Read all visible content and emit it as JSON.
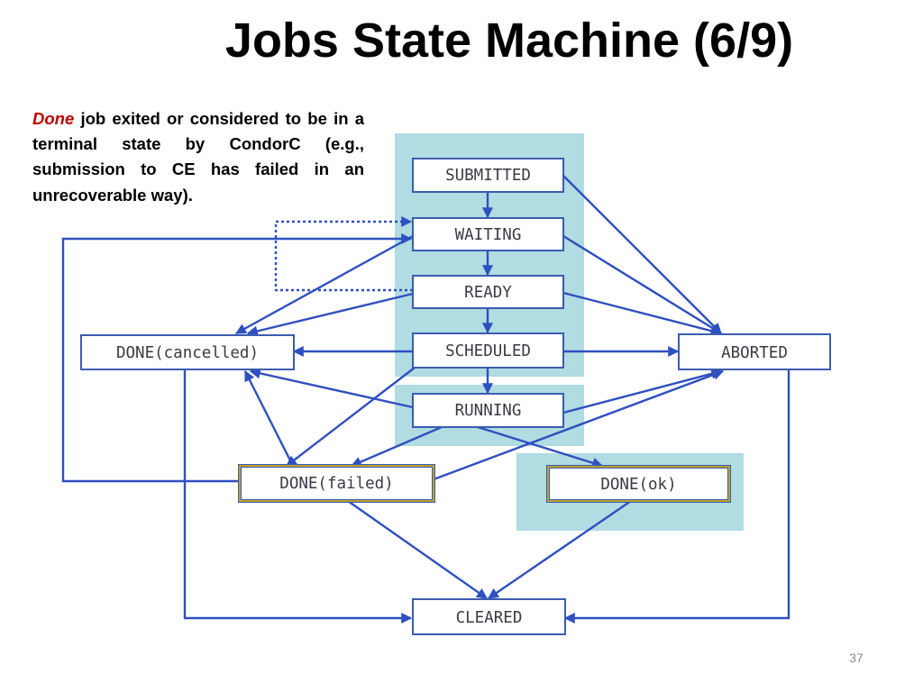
{
  "slide": {
    "title": "Jobs State Machine (6/9)",
    "description": {
      "emphasis": "Done",
      "text": " job exited or considered to be in a terminal state by CondorC (e.g., submission to CE has failed in an unrecoverable way)."
    },
    "page_number": "37"
  },
  "colors": {
    "arrow": "#2f50bf",
    "panel": "#b0dce2",
    "box_border": "#3c5cb0",
    "highlight_border": "#e6b800"
  },
  "diagram": {
    "states": {
      "submitted": "SUBMITTED",
      "waiting": "WAITING",
      "ready": "READY",
      "scheduled": "SCHEDULED",
      "running": "RUNNING",
      "done_cancelled": "DONE(cancelled)",
      "done_failed": "DONE(failed)",
      "done_ok": "DONE(ok)",
      "aborted": "ABORTED",
      "cleared": "CLEARED"
    }
  }
}
